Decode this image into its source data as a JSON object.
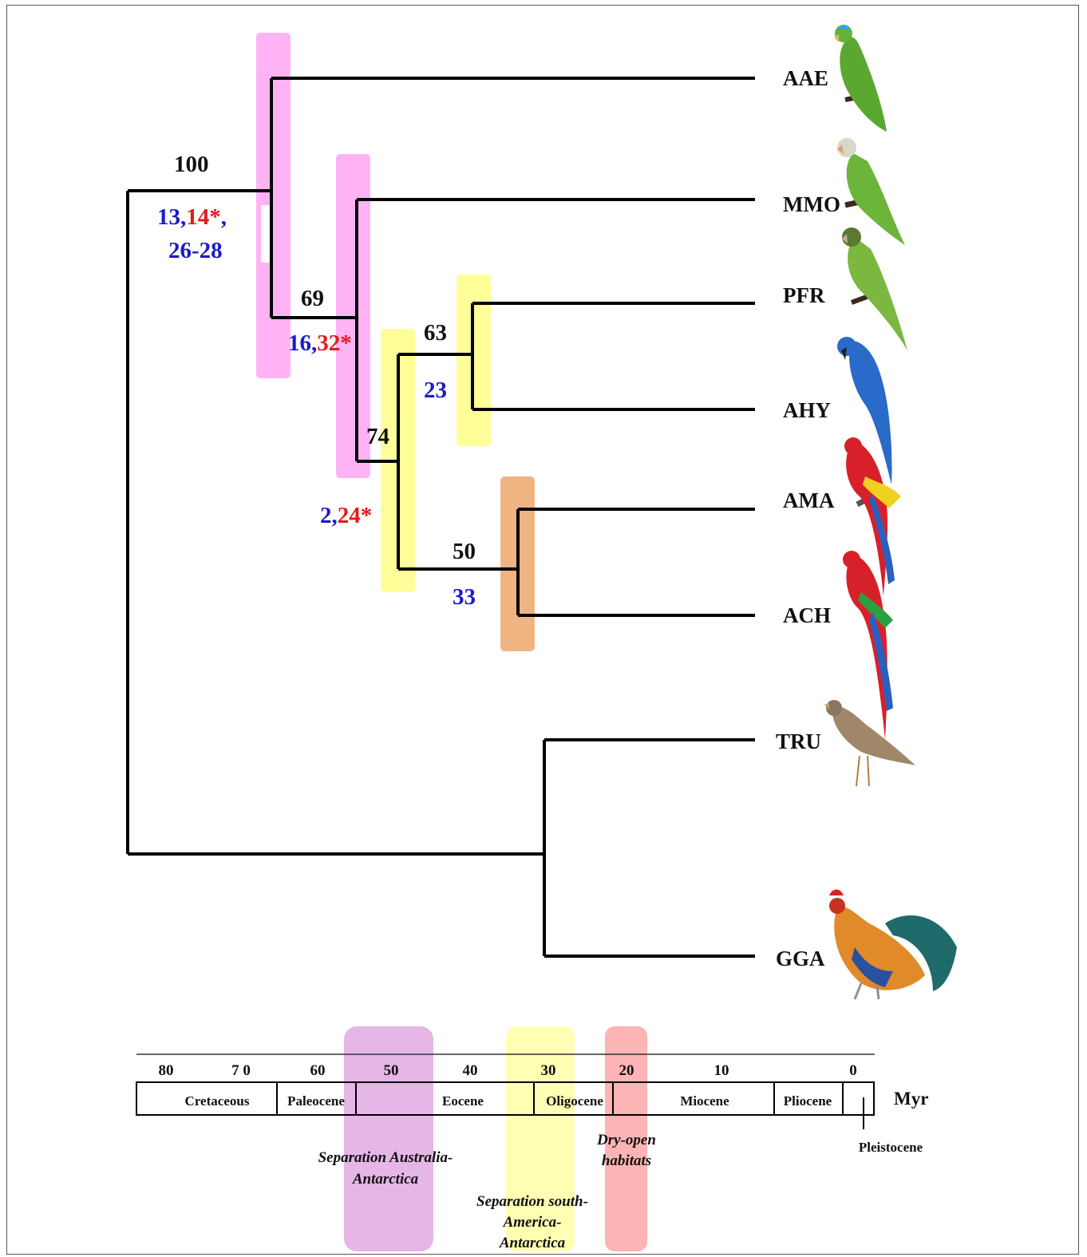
{
  "colors": {
    "branch": "#000000",
    "pink_bar": "#ffb3f5",
    "yellow_bar": "#ffff99",
    "orange_bar": "#f0b483",
    "timeline_purple": "#dd9ddf",
    "timeline_yellow": "#ffffa6",
    "timeline_red": "#fba7a7",
    "blue_text": "#1a1acc",
    "red_text": "#e41a1a"
  },
  "taxa": [
    {
      "code": "AAE",
      "icon": "green-parrot-icon"
    },
    {
      "code": "MMO",
      "icon": "monk-parakeet-icon"
    },
    {
      "code": "PFR",
      "icon": "green-parakeet-icon"
    },
    {
      "code": "AHY",
      "icon": "blue-macaw-icon"
    },
    {
      "code": "AMA",
      "icon": "scarlet-macaw-icon"
    },
    {
      "code": "ACH",
      "icon": "red-green-macaw-icon"
    },
    {
      "code": "TRU",
      "icon": "thrush-icon"
    },
    {
      "code": "GGA",
      "icon": "rooster-icon"
    }
  ],
  "nodes": {
    "root_parrots": {
      "support": "100",
      "cal_a": "13,",
      "cal_b": "14*",
      "cal_c": ",",
      "cal_d": "26-28"
    },
    "node_mmo": {
      "support": "69",
      "cal_a": "16,",
      "cal_b": "32*"
    },
    "node_arini": {
      "support": "74",
      "cal_a": "2,",
      "cal_b": "24*"
    },
    "node_pfr_ahy": {
      "support": "63",
      "cal": "23"
    },
    "node_ama_ach": {
      "support": "50",
      "cal": "33"
    }
  },
  "timeline": {
    "ticks": [
      "80",
      "7 0",
      "60",
      "50",
      "40",
      "30",
      "20",
      "10",
      "0"
    ],
    "unit": "Myr",
    "epochs": [
      "Cretaceous",
      "Paleocene",
      "Eocene",
      "Oligocene",
      "Miocene",
      "Pliocene"
    ],
    "pleistocene": "Pleistocene",
    "events": {
      "australia_1": "Separation Australia-",
      "australia_2": "Antarctica",
      "southam_1": "Separation south-",
      "southam_2": "America-",
      "southam_3": "Antarctica",
      "dry_1": "Dry-open",
      "dry_2": "habitats"
    }
  }
}
